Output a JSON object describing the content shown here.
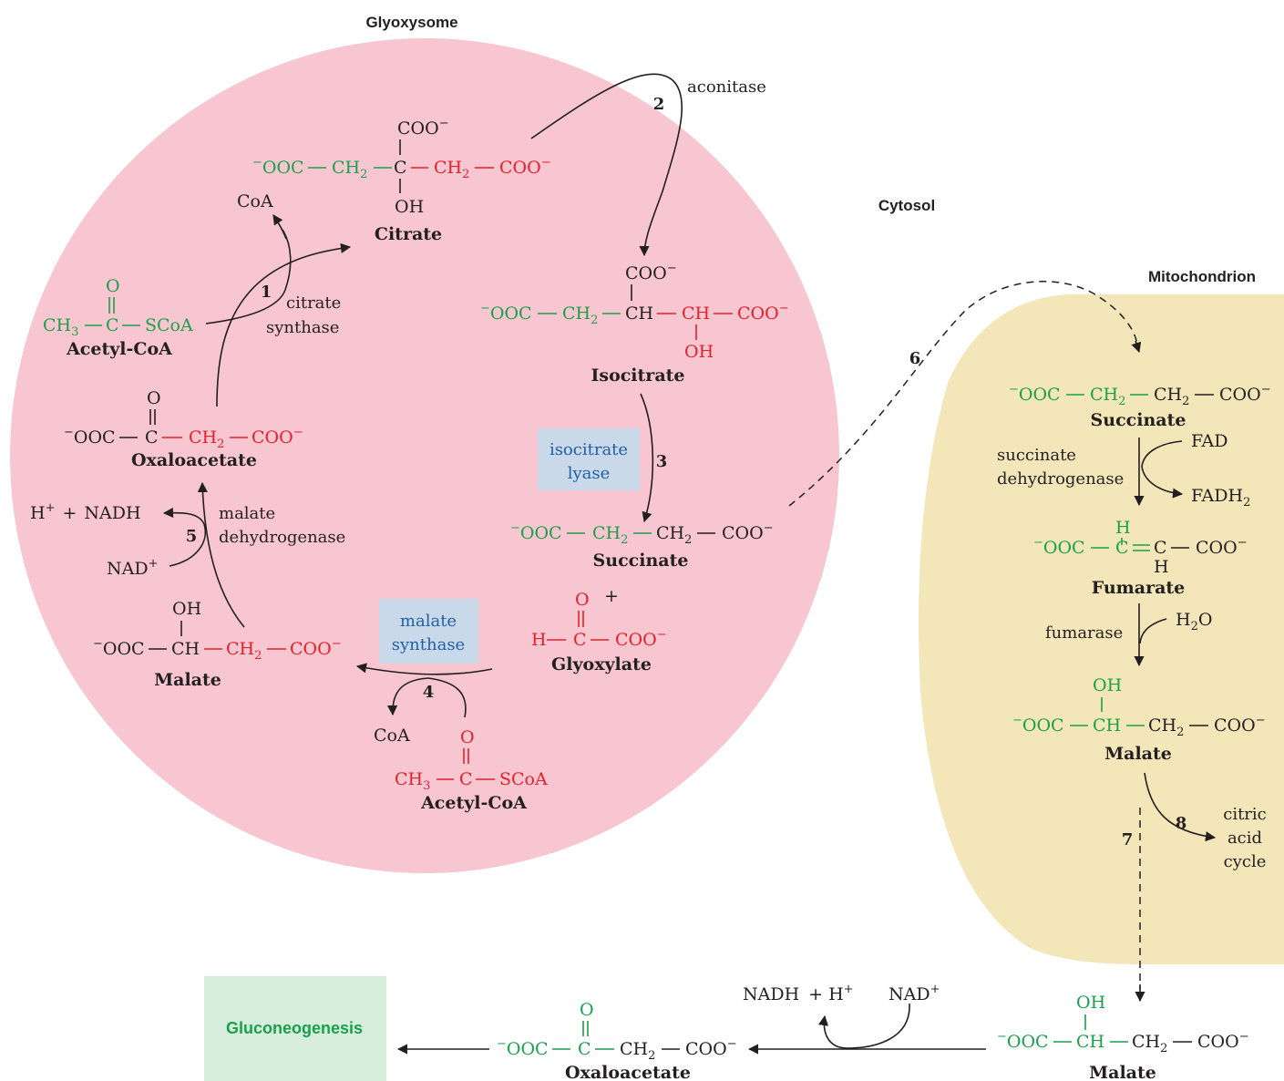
{
  "compartments": {
    "glyoxysome": "Glyoxysome",
    "cytosol": "Cytosol",
    "mitochondrion": "Mitochondrion"
  },
  "steps": {
    "s1": "1",
    "s2": "2",
    "s3": "3",
    "s4": "4",
    "s5": "5",
    "s6": "6",
    "s7": "7",
    "s8": "8"
  },
  "enzymes": {
    "aconitase": "aconitase",
    "citrate_synthase_1": "citrate",
    "citrate_synthase_2": "synthase",
    "isocitrate_lyase_1": "isocitrate",
    "isocitrate_lyase_2": "lyase",
    "malate_synthase_1": "malate",
    "malate_synthase_2": "synthase",
    "malate_dh_1": "malate",
    "malate_dh_2": "dehydrogenase",
    "succinate_dh_1": "succinate",
    "succinate_dh_2": "dehydrogenase",
    "fumarase": "fumarase"
  },
  "compounds": {
    "citrate": "Citrate",
    "isocitrate": "Isocitrate",
    "succinate": "Succinate",
    "glyoxylate": "Glyoxylate",
    "acetyl_coa": "Acetyl-CoA",
    "oxaloacetate": "Oxaloacetate",
    "malate": "Malate",
    "fumarate": "Fumarate"
  },
  "cofactors": {
    "coa": "CoA",
    "nadh": "NADH",
    "nad": "NAD",
    "h": "H",
    "fad": "FAD",
    "fadh": "FADH",
    "h2o": "H",
    "plus": "+"
  },
  "groups": {
    "coo": "COO",
    "ooc": "OOC",
    "ch2": "CH",
    "ch": "CH",
    "ch3": "CH",
    "c": "C",
    "oh": "OH",
    "o": "O",
    "scoa": "SCoA",
    "h": "H",
    "minus": "−",
    "two": "2",
    "three": "3",
    "plus": "+"
  },
  "outputs": {
    "gluconeogenesis": "Gluconeogenesis",
    "citric_acid_cycle_1": "citric",
    "citric_acid_cycle_2": "acid",
    "citric_acid_cycle_3": "cycle"
  },
  "colors": {
    "glyoxysome_fill": "#f7c6d0",
    "mitochondrion_fill": "#f3e6b9",
    "enzyme_box_fill": "#c9d9ea",
    "gluconeogenesis_box_fill": "#d7eedc",
    "green": "#1aa04a",
    "red": "#e4202a",
    "blue": "#1f5fa6",
    "black": "#231f20"
  }
}
